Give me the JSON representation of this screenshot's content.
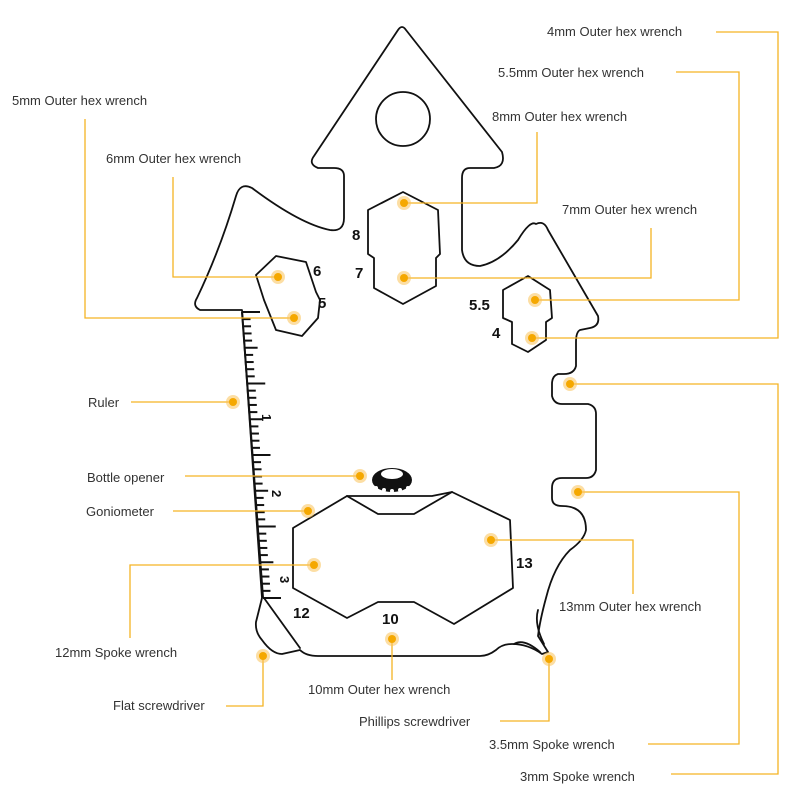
{
  "diagram": {
    "title": "Multi-tool card callout diagram",
    "accent_color": "#f5a800",
    "outline_color": "#111111",
    "callouts": [
      {
        "id": "4mm",
        "label": "4mm Outer hex wrench"
      },
      {
        "id": "5_5mm",
        "label": "5.5mm Outer hex wrench"
      },
      {
        "id": "5mm",
        "label": "5mm Outer hex wrench"
      },
      {
        "id": "8mm",
        "label": "8mm Outer hex wrench"
      },
      {
        "id": "6mm",
        "label": "6mm Outer hex wrench"
      },
      {
        "id": "7mm",
        "label": "7mm Outer hex wrench"
      },
      {
        "id": "ruler",
        "label": "Ruler"
      },
      {
        "id": "bottle",
        "label": "Bottle opener"
      },
      {
        "id": "goniometer",
        "label": "Goniometer"
      },
      {
        "id": "13mm",
        "label": "13mm Outer hex wrench"
      },
      {
        "id": "12mm_spoke",
        "label": "12mm Spoke wrench"
      },
      {
        "id": "10mm",
        "label": "10mm Outer hex wrench"
      },
      {
        "id": "flat",
        "label": "Flat screwdriver"
      },
      {
        "id": "phillips",
        "label": "Phillips screwdriver"
      },
      {
        "id": "3_5mm_spoke",
        "label": "3.5mm Spoke wrench"
      },
      {
        "id": "3mm_spoke",
        "label": "3mm Spoke wrench"
      }
    ],
    "size_marks": {
      "m8": "8",
      "m7": "7",
      "m6": "6",
      "m5": "5",
      "m5_5": "5.5",
      "m4": "4",
      "m13": "13",
      "m12": "12",
      "m10": "10"
    },
    "ruler_marks": [
      "1",
      "2",
      "3"
    ]
  }
}
